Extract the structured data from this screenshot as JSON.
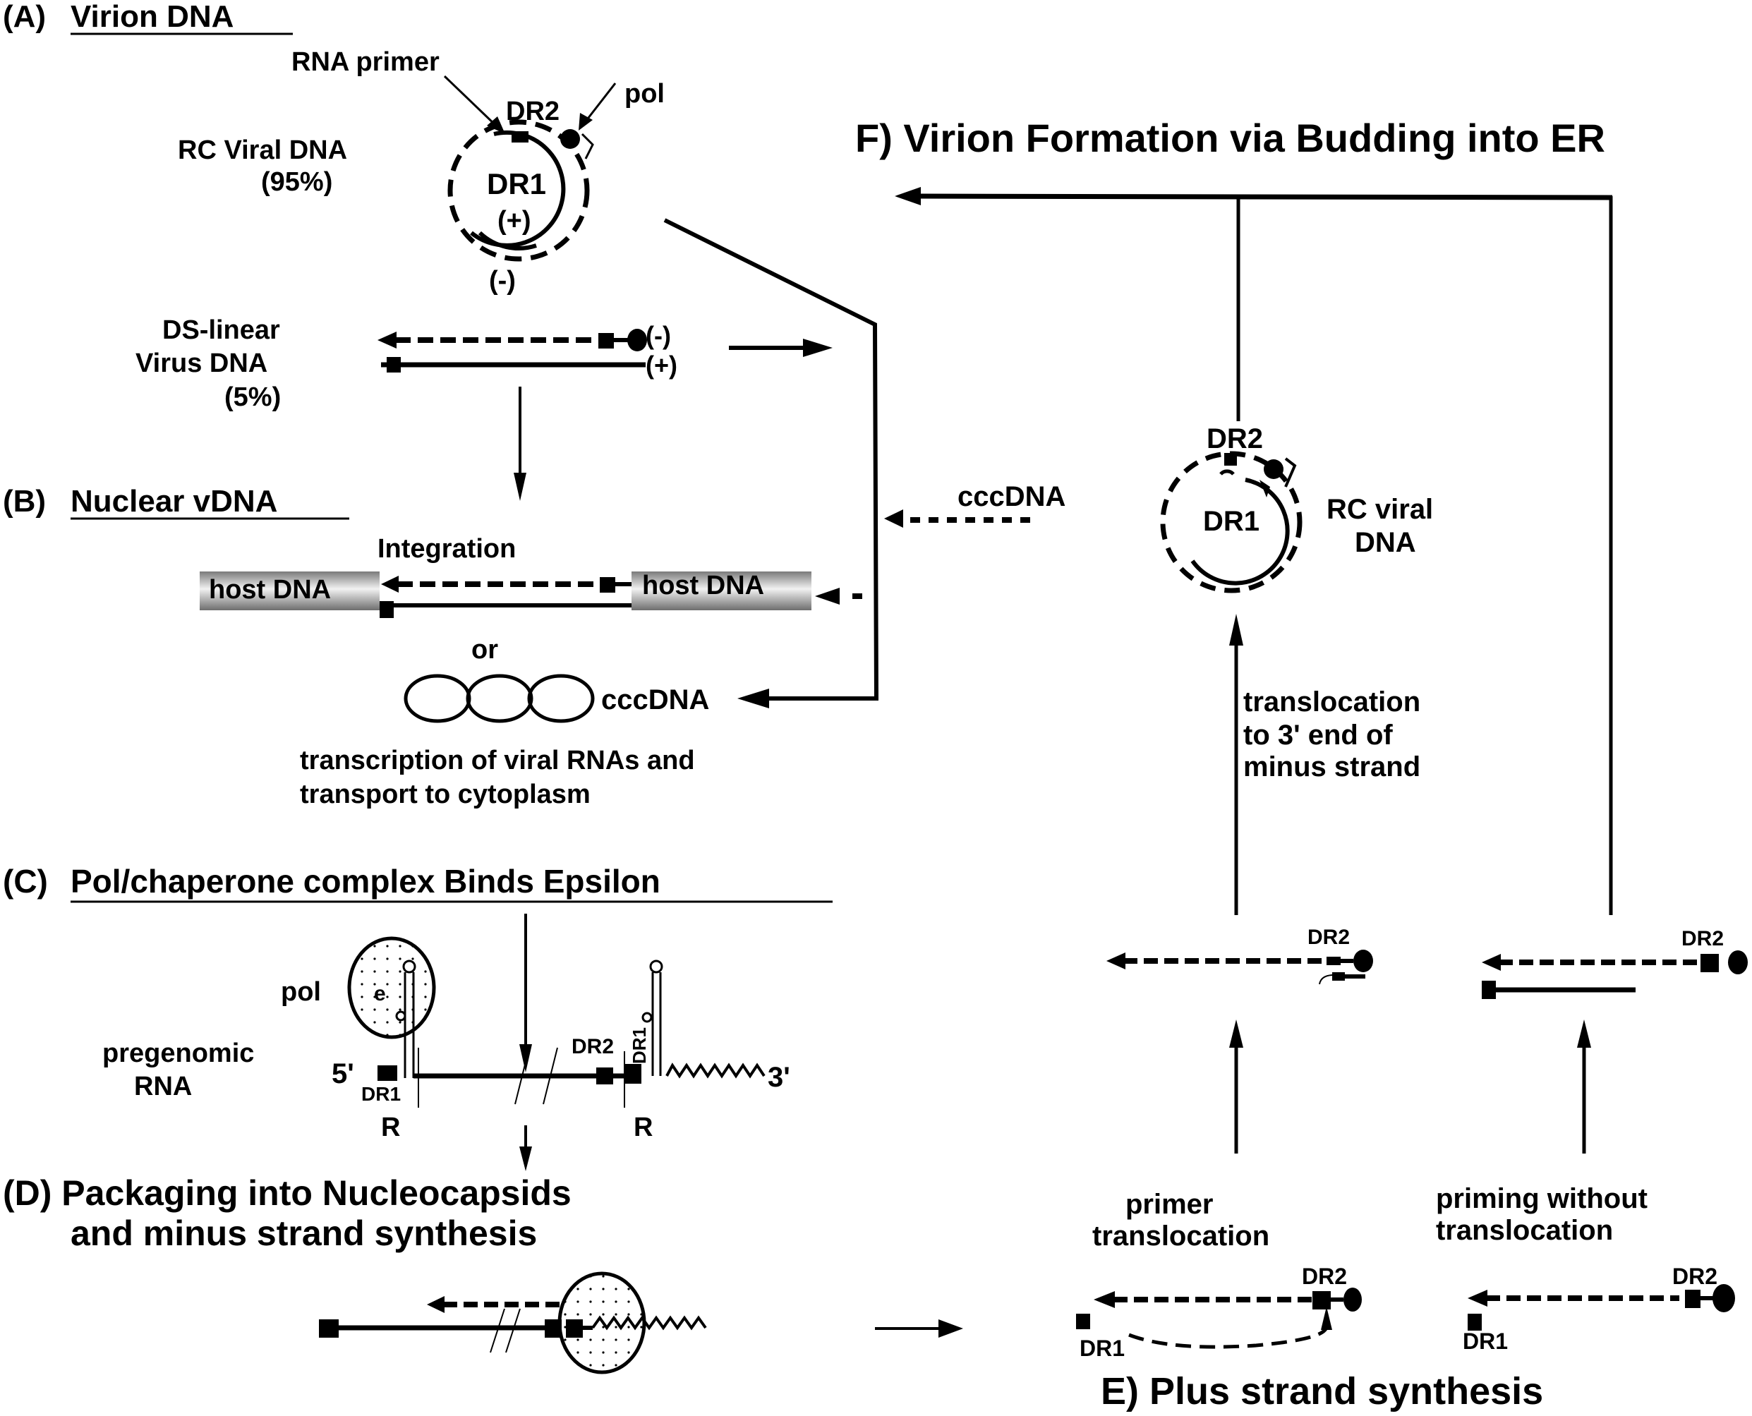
{
  "sections": {
    "A": {
      "prefix": "(A)",
      "title": "Virion DNA"
    },
    "B": {
      "prefix": "(B)",
      "title": "Nuclear vDNA"
    },
    "C": {
      "prefix": "(C)",
      "title": "Pol/chaperone complex Binds Epsilon"
    },
    "D": {
      "line1": "(D) Packaging into Nucleocapsids",
      "line2": "and minus strand synthesis"
    },
    "E": {
      "title": "E) Plus strand synthesis"
    },
    "F": {
      "title": "F) Virion Formation via Budding into ER"
    }
  },
  "virion": {
    "rna_primer": "RNA primer",
    "pol": "pol",
    "dr2": "DR2",
    "dr1": "DR1",
    "plus": "(+)",
    "minus": "(-)",
    "rc_label_1": "RC Viral DNA",
    "rc_label_2": "(95%)",
    "ds_label_1": "DS-linear",
    "ds_label_2": "Virus DNA",
    "ds_label_3": "(5%)",
    "ds_minus": "(-)",
    "ds_plus": "(+)"
  },
  "nuclear": {
    "integration": "Integration",
    "host_dna_left": "host DNA",
    "host_dna_right": "host DNA",
    "or": "or",
    "cccdna": "cccDNA",
    "transcription_1": "transcription of viral RNAs and",
    "transcription_2": "transport to cytoplasm"
  },
  "pol_complex": {
    "pol": "pol",
    "epsilon": "e",
    "pregenomic_1": "pregenomic",
    "pregenomic_2": "RNA",
    "five_prime": "5'",
    "three_prime": "3'",
    "dr1": "DR1",
    "dr2": "DR2",
    "dr1_vertical": "DR1",
    "r_left": "R",
    "r_right": "R"
  },
  "right_panel": {
    "cccdna": "cccDNA",
    "dr2": "DR2",
    "dr1": "DR1",
    "rc_viral_1": "RC viral",
    "rc_viral_2": "DNA",
    "translocation_1": "translocation",
    "translocation_2": "to 3' end of",
    "translocation_3": "minus strand",
    "mid_dr2_left": "DR2",
    "mid_dr2_right": "DR2",
    "primer_1": "primer",
    "primer_2": "translocation",
    "priming_1": "priming without",
    "priming_2": "translocation",
    "bottom_dr2_left": "DR2",
    "bottom_dr1_left": "DR1",
    "bottom_dr2_right": "DR2",
    "bottom_dr1_right": "DR1"
  }
}
